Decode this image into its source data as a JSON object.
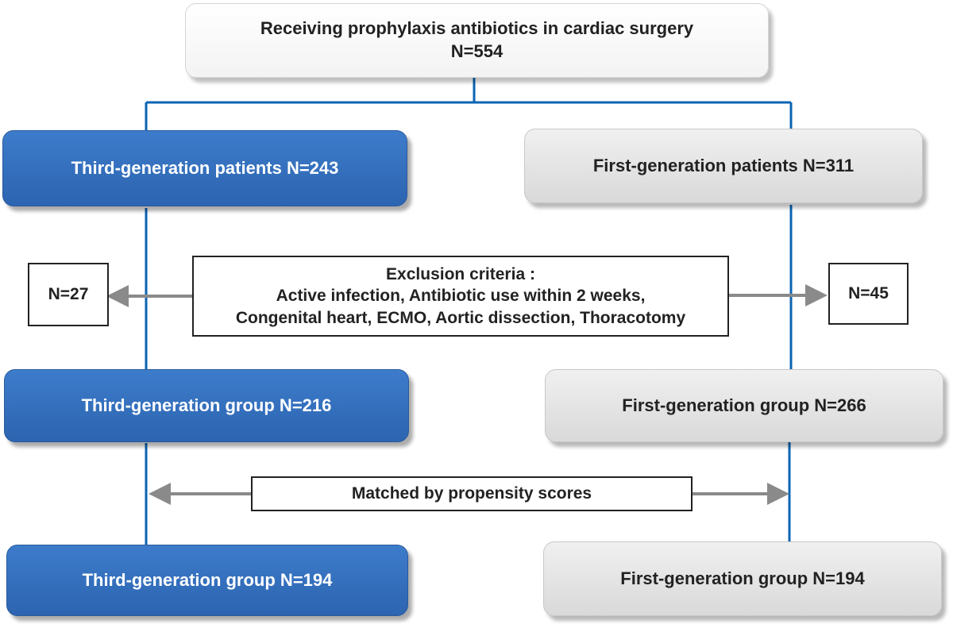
{
  "colors": {
    "connector_blue": "#0b64b4",
    "arrow_grey": "#8a8a8a",
    "box_blue": "#2f6ab6",
    "box_grey": "#e4e4e4"
  },
  "top": {
    "title": "Receiving prophylaxis antibiotics in cardiac surgery",
    "n": "N=554"
  },
  "left": {
    "patients": "Third-generation patients N=243",
    "excluded": "N=27",
    "group": "Third-generation group N=216",
    "matched": "Third-generation group N=194"
  },
  "right": {
    "patients": "First-generation patients N=311",
    "excluded": "N=45",
    "group": "First-generation group N=266",
    "matched": "First-generation group N=194"
  },
  "exclusion": {
    "title": "Exclusion criteria :",
    "line1": "Active infection, Antibiotic use within 2 weeks,",
    "line2": "Congenital heart, ECMO, Aortic dissection, Thoracotomy"
  },
  "matching": {
    "label": "Matched by propensity scores"
  }
}
